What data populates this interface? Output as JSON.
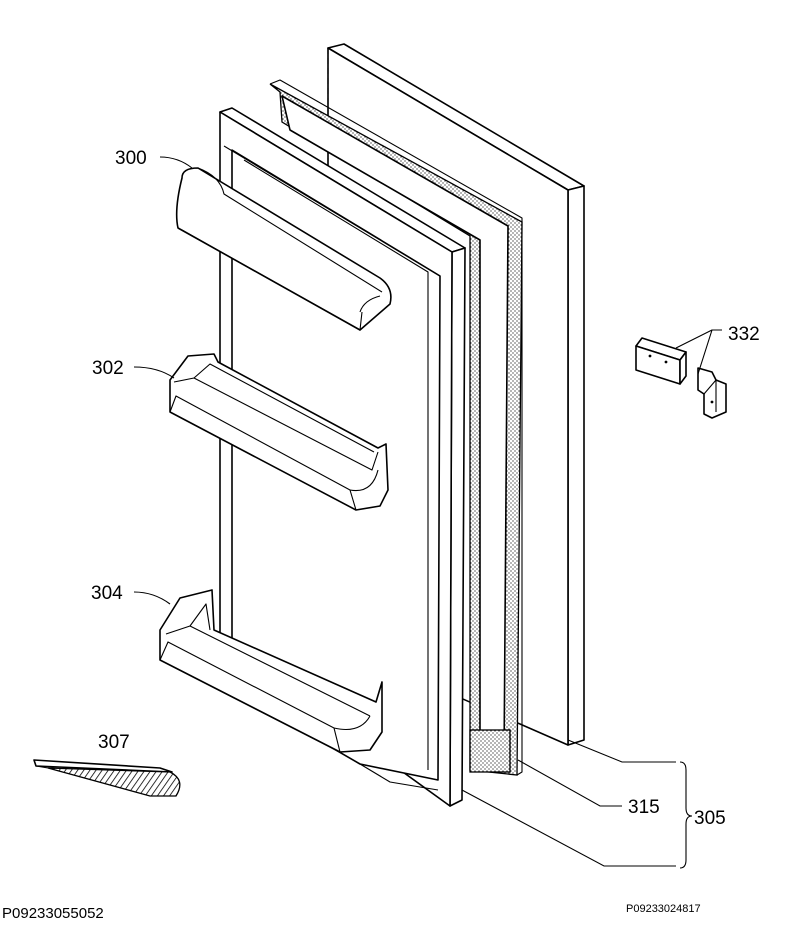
{
  "callouts": {
    "p300": "300",
    "p302": "302",
    "p304": "304",
    "p307": "307",
    "p332": "332",
    "p315": "315",
    "p305": "305"
  },
  "references": {
    "left": "P09233055052",
    "right": "P09233024817"
  },
  "colors": {
    "line": "#000000",
    "background": "#ffffff"
  }
}
